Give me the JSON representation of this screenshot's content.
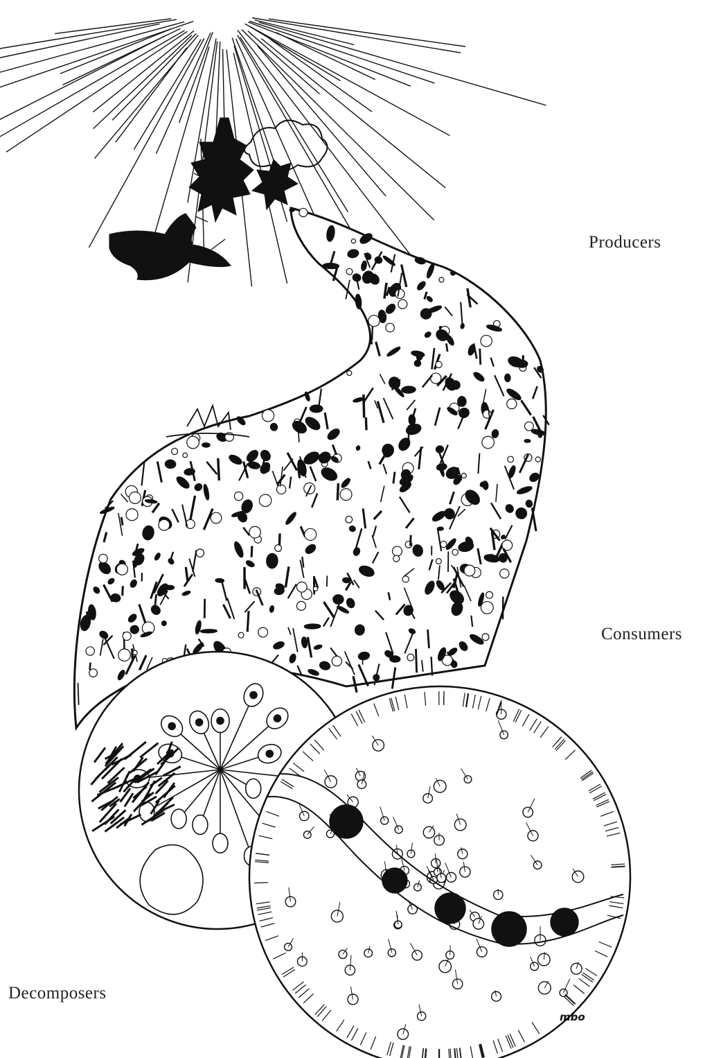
{
  "labels": {
    "producers": "Producers",
    "consumers": "Consumers",
    "decomposers": "Decomposers"
  },
  "illustration": {
    "ink_color": "#111111",
    "paper_color": "#ffffff",
    "artist_signature": "mbo"
  }
}
